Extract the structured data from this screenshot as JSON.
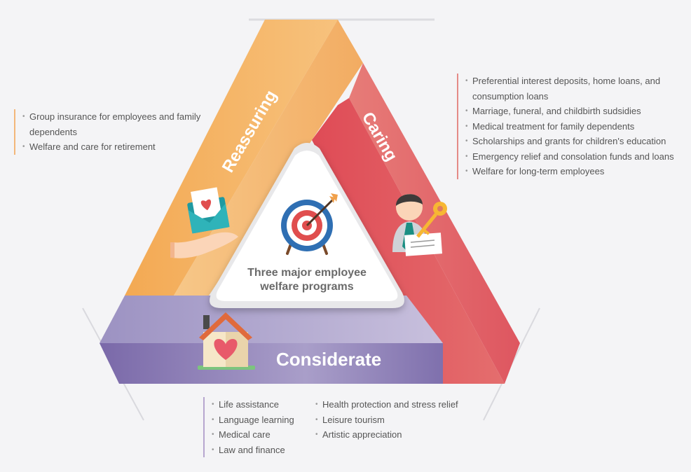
{
  "center": {
    "title_line1": "Three major employee",
    "title_line2": "welfare programs"
  },
  "sides": {
    "reassuring": {
      "label": "Reassuring",
      "color": "#f0a04b",
      "items": [
        "Group insurance for employees and family dependents",
        "Welfare and care for retirement"
      ]
    },
    "caring": {
      "label": "Caring",
      "color": "#e05a5e",
      "items": [
        "Preferential interest deposits, home loans, and consumption loans",
        "Marriage, funeral, and childbirth sudsidies",
        "Medical treatment for family dependents",
        "Scholarships and grants for children's education",
        "Emergency relief and consolation funds and loans",
        "Welfare for long-term employees"
      ]
    },
    "considerate": {
      "label": "Considerate",
      "color": "#7f6fae",
      "items_left": [
        "Life assistance",
        "Language learning",
        "Medical care",
        "Law and finance"
      ],
      "items_right": [
        "Health protection and stress relief",
        "Leisure tourism",
        "Artistic appreciation"
      ]
    }
  },
  "icons": [
    "target-icon",
    "envelope-heart-icon",
    "open-hand-icon",
    "person-key-icon",
    "house-heart-icon"
  ]
}
